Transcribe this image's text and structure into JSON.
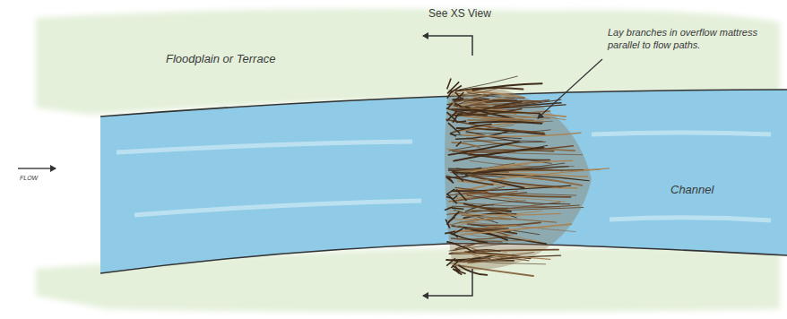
{
  "diagram": {
    "labels": [
      "See XS View",
      "Floodplain or Terrace",
      "Lay branches in overflow mattress parallel to flow paths.",
      "Channel",
      "FLOW"
    ]
  }
}
